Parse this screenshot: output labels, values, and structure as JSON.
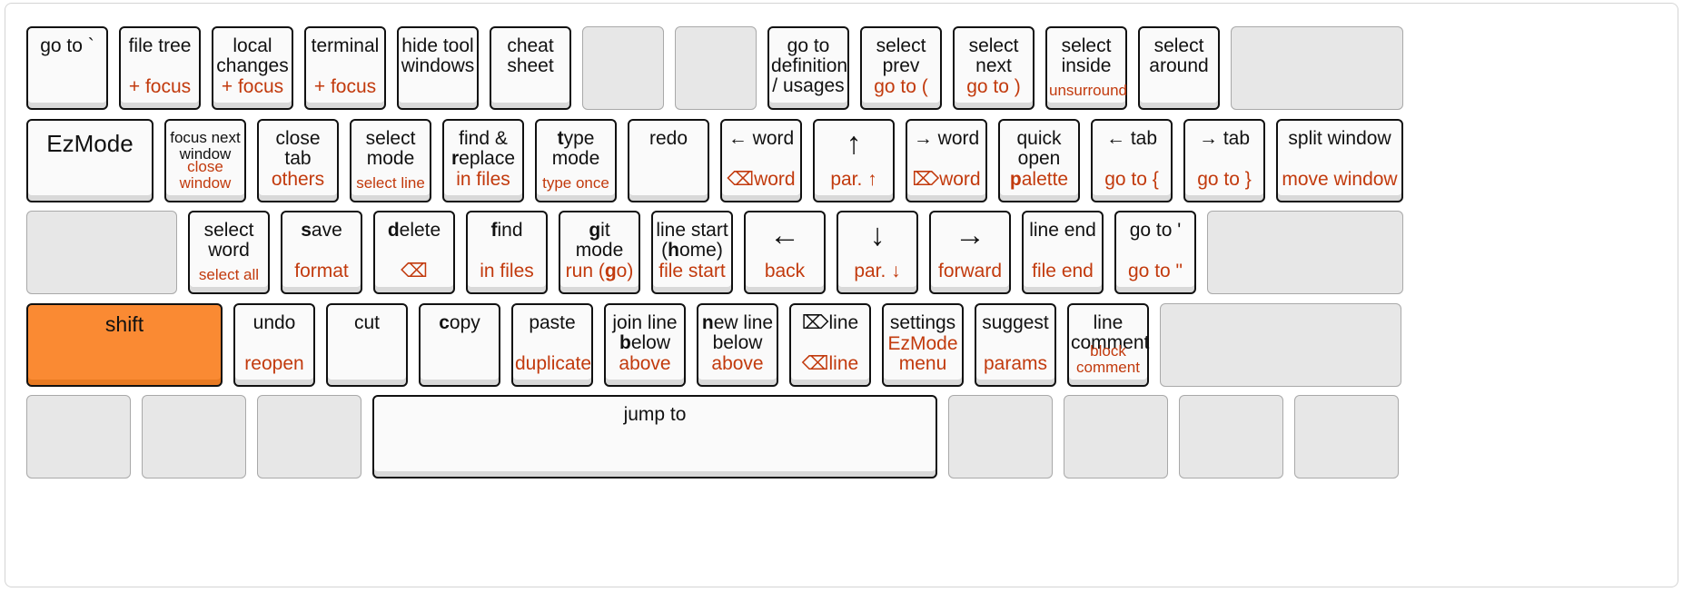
{
  "colors": {
    "key_face": "#fafafa",
    "blank_key": "#e7e7e7",
    "shift_key": "#fa8a33",
    "secondary_text": "#c23a0d",
    "primary_text": "#111111"
  },
  "rows": [
    [
      {
        "id": "key-go-to-backtick",
        "top": "go to `",
        "bot": ""
      },
      {
        "id": "key-file-tree",
        "top": "file tree",
        "bot": "+ focus"
      },
      {
        "id": "key-local-changes",
        "top": "local\nchanges",
        "bot": "+ focus"
      },
      {
        "id": "key-terminal",
        "top": "terminal",
        "bot": "+ focus"
      },
      {
        "id": "key-hide-tool-windows",
        "top": "hide tool\nwindows",
        "bot": ""
      },
      {
        "id": "key-cheat-sheet",
        "top": "cheat\nsheet",
        "bot": ""
      },
      {
        "id": "key-blank-1",
        "blank": true
      },
      {
        "id": "key-blank-2",
        "blank": true
      },
      {
        "id": "key-go-to-definition",
        "top": "go to\ndefinition\n/ usages",
        "bot": ""
      },
      {
        "id": "key-select-prev",
        "top": "select\nprev",
        "bot": "go to ("
      },
      {
        "id": "key-select-next",
        "top": "select\nnext",
        "bot": "go to )"
      },
      {
        "id": "key-select-inside",
        "top": "select\ninside",
        "bot": "unsurround",
        "botSmall": true
      },
      {
        "id": "key-select-around",
        "top": "select\naround",
        "bot": ""
      },
      {
        "id": "key-blank-3",
        "blank": true
      }
    ],
    [
      {
        "id": "key-ezmode",
        "top": "EzMode",
        "bot": "",
        "topStyle": "lg"
      },
      {
        "id": "key-focus-next-window",
        "top": "focus next\nwindow",
        "bot": "close\nwindow",
        "topSmall": true,
        "botSmall": true
      },
      {
        "id": "key-close-tab",
        "top": "close\ntab",
        "bot": "others"
      },
      {
        "id": "key-select-mode",
        "top": "select\nmode",
        "bot": "select line",
        "botSmall": true
      },
      {
        "id": "key-find-replace",
        "topParts": [
          [
            "find &",
            ""
          ],
          [
            "\n",
            ""
          ],
          [
            "r",
            "b"
          ],
          [
            "eplace",
            ""
          ]
        ],
        "top": "find &\nreplace",
        "bot": "in files"
      },
      {
        "id": "key-type-mode",
        "topParts": [
          [
            "t",
            "b"
          ],
          [
            "ype\nmode",
            ""
          ]
        ],
        "top": "type\nmode",
        "bot": "type once",
        "botSmall": true
      },
      {
        "id": "key-redo",
        "top": "redo",
        "bot": ""
      },
      {
        "id": "key-word-left",
        "top": "← word",
        "bot": "⌫word"
      },
      {
        "id": "key-paragraph-up",
        "top": "↑",
        "bot": "par. ↑",
        "topStyle": "arrow"
      },
      {
        "id": "key-word-right",
        "top": "→ word",
        "bot": "⌦word"
      },
      {
        "id": "key-quick-open",
        "top": "quick\nopen",
        "botParts": [
          [
            "p",
            "b"
          ],
          [
            "alette",
            ""
          ]
        ],
        "bot": "palette"
      },
      {
        "id": "key-tab-left",
        "top": "← tab",
        "bot": "go to {"
      },
      {
        "id": "key-tab-right",
        "top": "→ tab",
        "bot": "go to }"
      },
      {
        "id": "key-split-window",
        "top": "split window",
        "bot": "move window"
      }
    ],
    [
      {
        "id": "key-blank-4",
        "blank": true
      },
      {
        "id": "key-select-word",
        "top": "select\nword",
        "bot": "select all",
        "botSmall": true
      },
      {
        "id": "key-save",
        "topParts": [
          [
            "s",
            "b"
          ],
          [
            "ave",
            ""
          ]
        ],
        "top": "save",
        "bot": "format"
      },
      {
        "id": "key-delete",
        "topParts": [
          [
            "d",
            "b"
          ],
          [
            "elete",
            ""
          ]
        ],
        "top": "delete",
        "bot": "⌫"
      },
      {
        "id": "key-find",
        "topParts": [
          [
            "f",
            "b"
          ],
          [
            "ind",
            ""
          ]
        ],
        "top": "find",
        "bot": "in files"
      },
      {
        "id": "key-git-mode",
        "topParts": [
          [
            "g",
            "b"
          ],
          [
            "it\nmode",
            ""
          ]
        ],
        "top": "git\nmode",
        "botParts": [
          [
            "run (",
            ""
          ],
          [
            "g",
            "b"
          ],
          [
            "o)",
            ""
          ]
        ],
        "bot": "run (go)"
      },
      {
        "id": "key-line-start",
        "topParts": [
          [
            "line start\n(",
            ""
          ],
          [
            "h",
            "b"
          ],
          [
            "ome)",
            ""
          ]
        ],
        "top": "line start\n(home)",
        "bot": "file start"
      },
      {
        "id": "key-left",
        "top": "←",
        "bot": "back",
        "topStyle": "arrow"
      },
      {
        "id": "key-down",
        "top": "↓",
        "bot": "par. ↓",
        "topStyle": "arrow"
      },
      {
        "id": "key-right",
        "top": "→",
        "bot": "forward",
        "topStyle": "arrow"
      },
      {
        "id": "key-line-end",
        "top": "line end",
        "bot": "file end"
      },
      {
        "id": "key-go-to-quote",
        "top": "go to '",
        "bot": "go to \""
      },
      {
        "id": "key-blank-5",
        "blank": true
      }
    ],
    [
      {
        "id": "key-shift",
        "top": "shift",
        "bot": "",
        "shift": true,
        "topStyle": "lgs"
      },
      {
        "id": "key-undo",
        "top": "undo",
        "bot": "reopen"
      },
      {
        "id": "key-cut",
        "top": "cut",
        "bot": ""
      },
      {
        "id": "key-copy",
        "topParts": [
          [
            "c",
            "b"
          ],
          [
            "opy",
            ""
          ]
        ],
        "top": "copy",
        "bot": ""
      },
      {
        "id": "key-paste",
        "top": "paste",
        "bot": "duplicate"
      },
      {
        "id": "key-join-line",
        "topParts": [
          [
            "join line\n",
            ""
          ],
          [
            "b",
            "b"
          ],
          [
            "elow",
            ""
          ]
        ],
        "top": "join line\nbelow",
        "bot": "above"
      },
      {
        "id": "key-new-line",
        "topParts": [
          [
            "n",
            "b"
          ],
          [
            "ew line\nbelow",
            ""
          ]
        ],
        "top": "new line\nbelow",
        "bot": "above"
      },
      {
        "id": "key-delete-line",
        "top": "⌦line",
        "bot": "⌫line"
      },
      {
        "id": "key-settings",
        "top": "settings",
        "bot": "EzMode\nmenu"
      },
      {
        "id": "key-suggest",
        "top": "suggest",
        "bot": "params"
      },
      {
        "id": "key-line-comment",
        "top": "line\ncomment",
        "bot": "block\ncomment",
        "botSmall": true
      },
      {
        "id": "key-blank-6",
        "blank": true
      }
    ],
    [
      {
        "id": "key-blank-7",
        "blank": true
      },
      {
        "id": "key-blank-8",
        "blank": true
      },
      {
        "id": "key-blank-9",
        "blank": true
      },
      {
        "id": "key-space",
        "top": "jump to",
        "bot": ""
      },
      {
        "id": "key-blank-10",
        "blank": true
      },
      {
        "id": "key-blank-11",
        "blank": true
      },
      {
        "id": "key-blank-12",
        "blank": true
      },
      {
        "id": "key-blank-13",
        "blank": true
      }
    ]
  ]
}
